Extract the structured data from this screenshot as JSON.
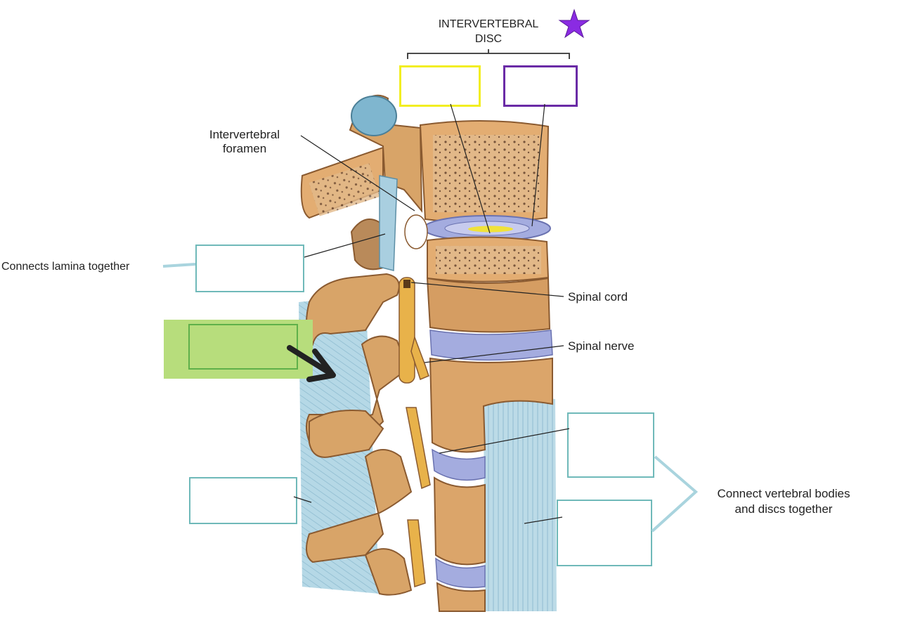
{
  "labels": {
    "disc_title_line1": "INTERVERTEBRAL",
    "disc_title_line2": "DISC",
    "foramen_line1": "Intervertebral",
    "foramen_line2": "foramen",
    "lamina_note": "Connects lamina together",
    "spinal_cord": "Spinal cord",
    "spinal_nerve": "Spinal nerve",
    "bodies_note_line1": "Connect vertebral bodies",
    "bodies_note_line2": "and discs together"
  },
  "colors": {
    "star": "#8a2be2",
    "yellow_box": "#f2ee22",
    "purple_box": "#6a2ba6",
    "teal_box": "#6fb9b9",
    "green_highlight": "#b7dd7c",
    "bone": "#d9a76a",
    "ligament": "#a9cfe0",
    "disc": "#9aa3d8"
  },
  "icons": {
    "star": "star-icon",
    "arrow": "arrow-icon"
  }
}
